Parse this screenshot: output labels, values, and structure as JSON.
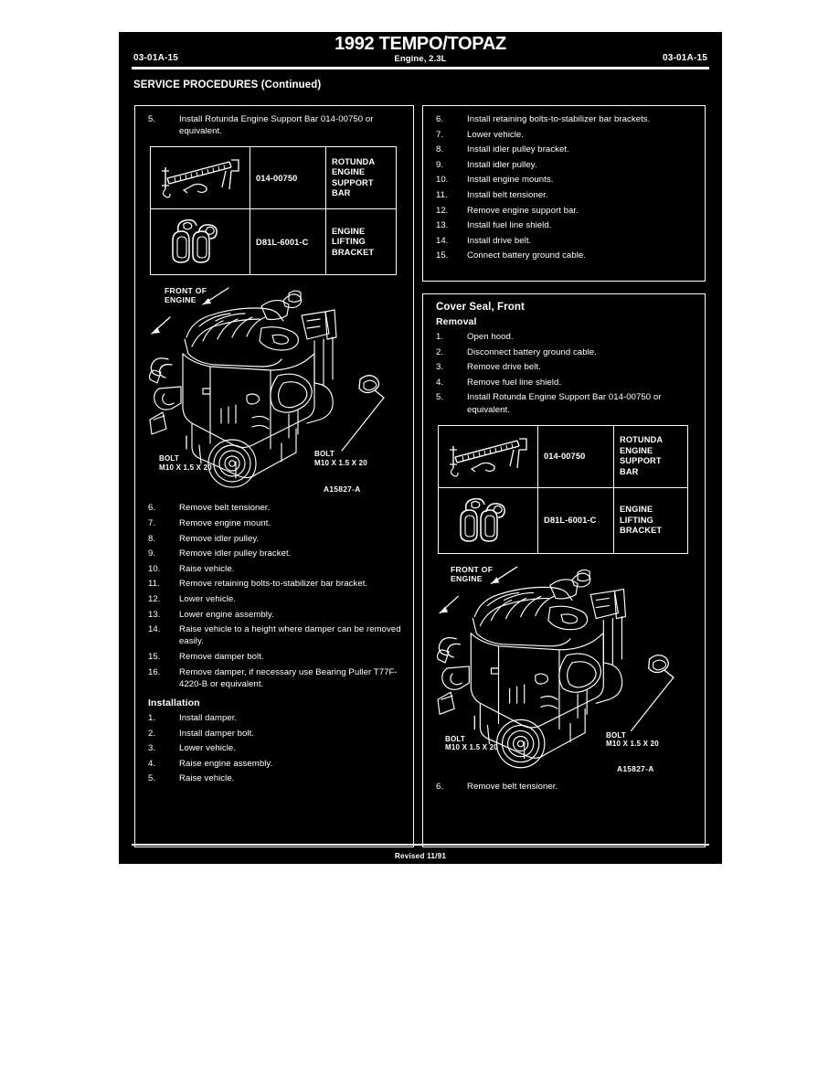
{
  "header": {
    "title": "1992 TEMPO/TOPAZ",
    "subtitle": "Engine, 2.3L",
    "page_number_left": "03-01A-15",
    "page_number_right": "03-01A-15",
    "section_title": "SERVICE PROCEDURES (Continued)"
  },
  "footer": {
    "revised": "Revised 11/91"
  },
  "left_column": {
    "steps_top": [
      {
        "n": "5.",
        "text": "Install Rotunda Engine Support Bar 014-00750 or equivalent."
      }
    ],
    "tool_table": [
      {
        "number": "014-00750",
        "description": "ROTUNDA ENGINE SUPPORT BAR",
        "icon": "engine-support-bar-icon"
      },
      {
        "number": "D81L-6001-C",
        "description": "ENGINE LIFTING BRACKET",
        "icon": "engine-lifting-bracket-icon"
      }
    ],
    "figure": {
      "front_label": "FRONT OF\nENGINE",
      "bolt_left": "BOLT\nM10 X 1.5 X 20",
      "bolt_right": "BOLT\nM10 X 1.5 X 20",
      "figure_id": "A15827-A"
    },
    "steps_bottom": [
      {
        "n": "6.",
        "text": "Remove belt tensioner."
      },
      {
        "n": "7.",
        "text": "Remove engine mount."
      },
      {
        "n": "8.",
        "text": "Remove idler pulley."
      },
      {
        "n": "9.",
        "text": "Remove idler pulley bracket."
      },
      {
        "n": "10.",
        "text": "Raise vehicle."
      },
      {
        "n": "11.",
        "text": "Remove retaining bolts-to-stabilizer bar bracket."
      },
      {
        "n": "12.",
        "text": "Lower vehicle."
      },
      {
        "n": "13.",
        "text": "Lower engine assembly."
      },
      {
        "n": "14.",
        "text": "Raise vehicle to a height where damper can be removed easily."
      },
      {
        "n": "15.",
        "text": "Remove damper bolt."
      },
      {
        "n": "16.",
        "text": "Remove damper, if necessary use Bearing Puller T77F-4220-B or equivalent."
      }
    ],
    "installation_heading": "Installation",
    "installation_steps": [
      {
        "n": "1.",
        "text": "Install damper."
      },
      {
        "n": "2.",
        "text": "Install damper bolt."
      },
      {
        "n": "3.",
        "text": "Lower vehicle."
      },
      {
        "n": "4.",
        "text": "Raise engine assembly."
      },
      {
        "n": "5.",
        "text": "Raise vehicle."
      }
    ]
  },
  "right_column": {
    "steps_top": [
      {
        "n": "6.",
        "text": "Install retaining bolts-to-stabilizer bar brackets."
      },
      {
        "n": "7.",
        "text": "Lower vehicle."
      },
      {
        "n": "8.",
        "text": "Install idler pulley bracket."
      },
      {
        "n": "9.",
        "text": "Install idler pulley."
      },
      {
        "n": "10.",
        "text": "Install engine mounts."
      },
      {
        "n": "11.",
        "text": "Install belt tensioner."
      },
      {
        "n": "12.",
        "text": "Remove engine support bar."
      },
      {
        "n": "13.",
        "text": "Install fuel line shield."
      },
      {
        "n": "14.",
        "text": "Install drive belt."
      },
      {
        "n": "15.",
        "text": "Connect battery ground cable."
      }
    ],
    "block_heading": "Cover Seal, Front",
    "removal_heading": "Removal",
    "removal_steps": [
      {
        "n": "1.",
        "text": "Open hood."
      },
      {
        "n": "2.",
        "text": "Disconnect battery ground cable."
      },
      {
        "n": "3.",
        "text": "Remove drive belt."
      },
      {
        "n": "4.",
        "text": "Remove fuel line shield."
      },
      {
        "n": "5.",
        "text": "Install Rotunda Engine Support Bar 014-00750 or equivalent."
      }
    ],
    "tool_table": [
      {
        "number": "014-00750",
        "description": "ROTUNDA ENGINE SUPPORT BAR",
        "icon": "engine-support-bar-icon"
      },
      {
        "number": "D81L-6001-C",
        "description": "ENGINE LIFTING BRACKET",
        "icon": "engine-lifting-bracket-icon"
      }
    ],
    "figure": {
      "front_label": "FRONT OF\nENGINE",
      "bolt_left": "BOLT\nM10 X 1.5 X 20",
      "bolt_right": "BOLT\nM10 X 1.5 X 20",
      "figure_id": "A15827-A"
    },
    "steps_after_figure": [
      {
        "n": "6.",
        "text": "Remove belt tensioner."
      }
    ]
  },
  "colors": {
    "page_background": "#000000",
    "ink": "#ffffff",
    "surround": "#ffffff"
  }
}
